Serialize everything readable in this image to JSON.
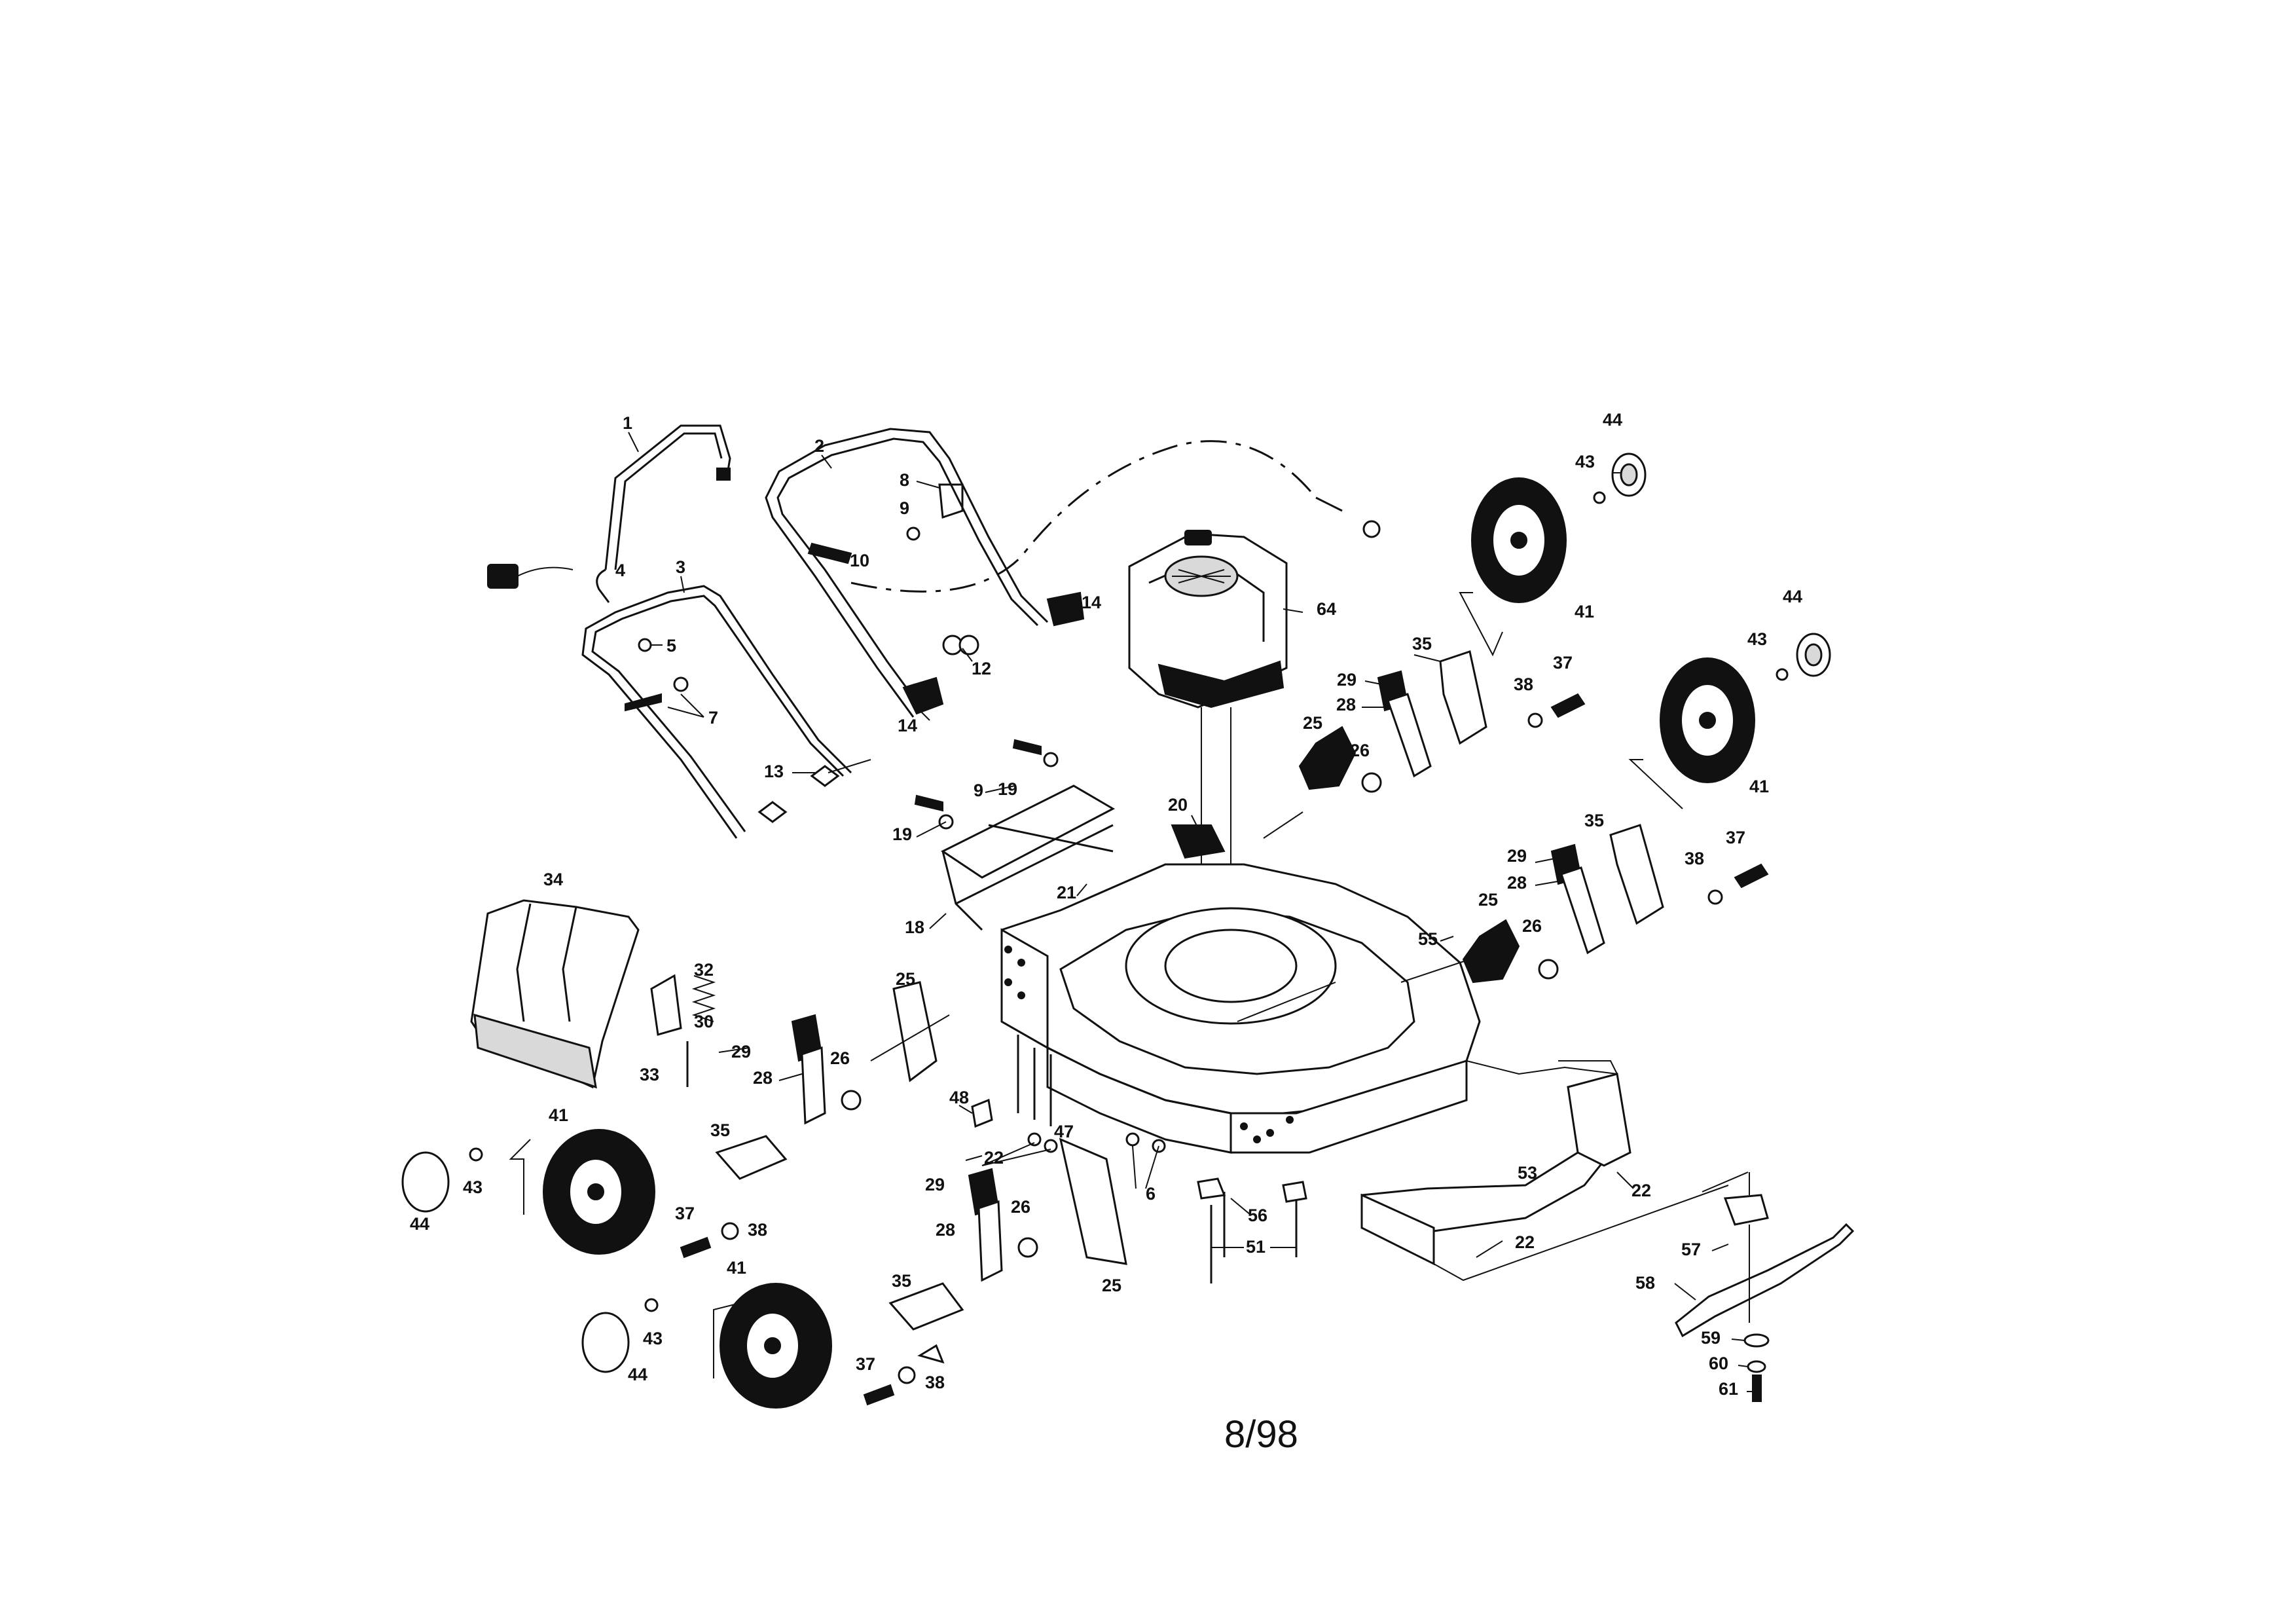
{
  "diagram": {
    "footer_text": "8/98",
    "callouts": [
      {
        "id": "p1",
        "text": "1"
      },
      {
        "id": "p2",
        "text": "2"
      },
      {
        "id": "p3",
        "text": "3"
      },
      {
        "id": "p4",
        "text": "4"
      },
      {
        "id": "p5",
        "text": "5"
      },
      {
        "id": "p7",
        "text": "7"
      },
      {
        "id": "p8",
        "text": "8"
      },
      {
        "id": "p9a",
        "text": "9"
      },
      {
        "id": "p10",
        "text": "10"
      },
      {
        "id": "p12",
        "text": "12"
      },
      {
        "id": "p13",
        "text": "13"
      },
      {
        "id": "p14a",
        "text": "14"
      },
      {
        "id": "p14b",
        "text": "14"
      },
      {
        "id": "p64",
        "text": "64"
      },
      {
        "id": "p44a",
        "text": "44"
      },
      {
        "id": "p43a",
        "text": "43"
      },
      {
        "id": "p41a",
        "text": "41"
      },
      {
        "id": "p35a",
        "text": "35"
      },
      {
        "id": "p29a",
        "text": "29"
      },
      {
        "id": "p28a",
        "text": "28"
      },
      {
        "id": "p38a",
        "text": "38"
      },
      {
        "id": "p37a",
        "text": "37"
      },
      {
        "id": "p25a",
        "text": "25"
      },
      {
        "id": "p26a",
        "text": "26"
      },
      {
        "id": "p44b",
        "text": "44"
      },
      {
        "id": "p43b",
        "text": "43"
      },
      {
        "id": "p41b",
        "text": "41"
      },
      {
        "id": "p9b",
        "text": "9"
      },
      {
        "id": "p19a",
        "text": "19"
      },
      {
        "id": "p19b",
        "text": "19"
      },
      {
        "id": "p20",
        "text": "20"
      },
      {
        "id": "p21",
        "text": "21"
      },
      {
        "id": "p18",
        "text": "18"
      },
      {
        "id": "p35b",
        "text": "35"
      },
      {
        "id": "p29b",
        "text": "29"
      },
      {
        "id": "p28b",
        "text": "28"
      },
      {
        "id": "p38b",
        "text": "38"
      },
      {
        "id": "p37b",
        "text": "37"
      },
      {
        "id": "p25b",
        "text": "25"
      },
      {
        "id": "p26b",
        "text": "26"
      },
      {
        "id": "p55",
        "text": "55"
      },
      {
        "id": "p34",
        "text": "34"
      },
      {
        "id": "p32",
        "text": "32"
      },
      {
        "id": "p30",
        "text": "30"
      },
      {
        "id": "p33",
        "text": "33"
      },
      {
        "id": "p29c",
        "text": "29"
      },
      {
        "id": "p28c",
        "text": "28"
      },
      {
        "id": "p26c",
        "text": "26"
      },
      {
        "id": "p25c",
        "text": "25"
      },
      {
        "id": "p48",
        "text": "48"
      },
      {
        "id": "p22a",
        "text": "22"
      },
      {
        "id": "p47",
        "text": "47"
      },
      {
        "id": "p41c",
        "text": "41"
      },
      {
        "id": "p43c",
        "text": "43"
      },
      {
        "id": "p44c",
        "text": "44"
      },
      {
        "id": "p35c",
        "text": "35"
      },
      {
        "id": "p37c",
        "text": "37"
      },
      {
        "id": "p38c",
        "text": "38"
      },
      {
        "id": "p29d",
        "text": "29"
      },
      {
        "id": "p28d",
        "text": "28"
      },
      {
        "id": "p26d",
        "text": "26"
      },
      {
        "id": "p25d",
        "text": "25"
      },
      {
        "id": "p6",
        "text": "6"
      },
      {
        "id": "p56",
        "text": "56"
      },
      {
        "id": "p51",
        "text": "51"
      },
      {
        "id": "p53",
        "text": "53"
      },
      {
        "id": "p22b",
        "text": "22"
      },
      {
        "id": "p22c",
        "text": "22"
      },
      {
        "id": "p57",
        "text": "57"
      },
      {
        "id": "p58",
        "text": "58"
      },
      {
        "id": "p59",
        "text": "59"
      },
      {
        "id": "p60",
        "text": "60"
      },
      {
        "id": "p61",
        "text": "61"
      },
      {
        "id": "p41d",
        "text": "41"
      },
      {
        "id": "p43d",
        "text": "43"
      },
      {
        "id": "p44d",
        "text": "44"
      },
      {
        "id": "p35d",
        "text": "35"
      },
      {
        "id": "p37d",
        "text": "37"
      },
      {
        "id": "p38d",
        "text": "38"
      }
    ]
  }
}
